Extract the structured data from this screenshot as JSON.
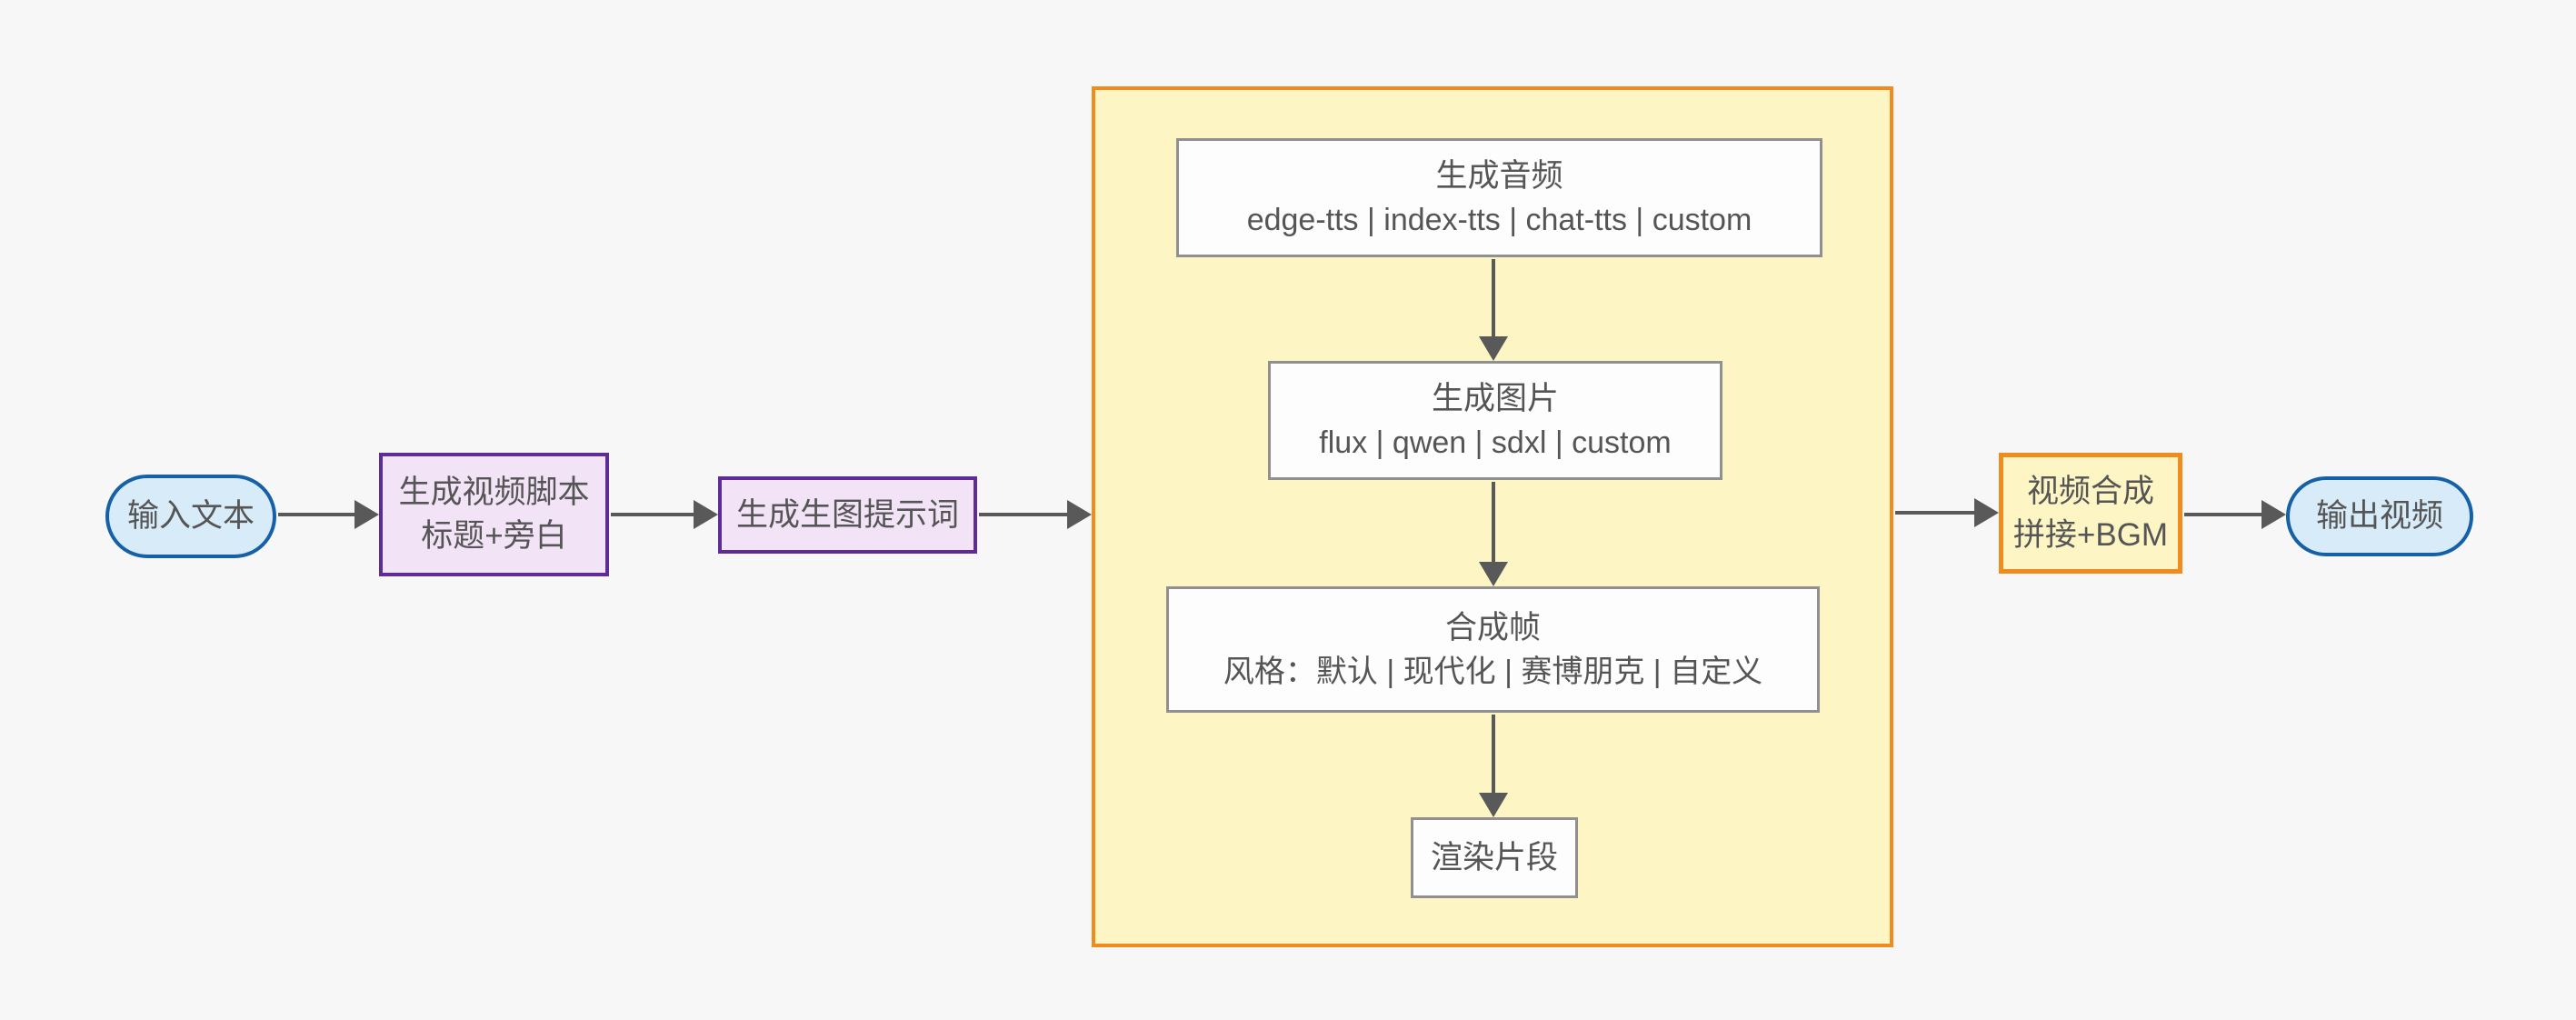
{
  "colors": {
    "background": "#f7f7f7",
    "terminal_fill": "#d7ebf9",
    "terminal_border": "#1660a7",
    "process_fill": "#f2e3f7",
    "process_border": "#5e2b97",
    "container_fill": "#fdf5c3",
    "container_border": "#f08b1d",
    "step_fill": "#fdfdfd",
    "step_border": "#909090",
    "arrow": "#595959",
    "text": "#555555"
  },
  "nodes": {
    "input_text": {
      "label": "输入文本"
    },
    "gen_script": {
      "line1": "生成视频脚本",
      "line2": "标题+旁白"
    },
    "gen_prompt": {
      "label": "生成生图提示词"
    },
    "gen_audio": {
      "line1": "生成音频",
      "line2": "edge-tts | index-tts | chat-tts | custom"
    },
    "gen_image": {
      "line1": "生成图片",
      "line2": "flux | qwen | sdxl | custom"
    },
    "compose_frame": {
      "line1": "合成帧",
      "line2": "风格：默认 | 现代化 | 赛博朋克 | 自定义"
    },
    "render_clip": {
      "label": "渲染片段"
    },
    "video_compose": {
      "line1": "视频合成",
      "line2": "拼接+BGM"
    },
    "output_video": {
      "label": "输出视频"
    }
  }
}
